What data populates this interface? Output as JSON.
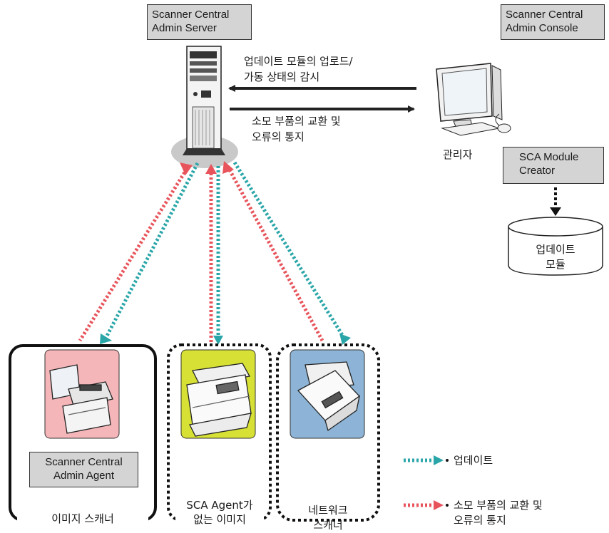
{
  "server_label_line1": "Scanner Central",
  "server_label_line2": "Admin Server",
  "console_label_line1": "Scanner Central",
  "console_label_line2": "Admin Console",
  "upload_line1": "업데이트 모듈의 업로드/",
  "upload_line2": "가동 상태의 감시",
  "notify_line1": "소모 부품의 교환 및",
  "notify_line2": "오류의 통지",
  "admin_label": "관리자",
  "module_creator_line1": "SCA Module",
  "module_creator_line2": "Creator",
  "update_module_line1": "업데이트",
  "update_module_line2": "모듈",
  "agent_label_line1": "Scanner Central",
  "agent_label_line2": "Admin Agent",
  "group1_label": "이미지 스캐너",
  "group2_line1": "SCA Agent가",
  "group2_line2": "없는 이미지",
  "group3_line1": "네트워크",
  "group3_line2": "스캐너",
  "legend_update": "업데이트",
  "legend_notify_line1": "소모 부품의 교환 및",
  "legend_notify_line2": "오류의 통지",
  "colors": {
    "update": "#2aa6a8",
    "notify": "#e8545c",
    "pink": "#f4b6b8",
    "yellow": "#d7e034",
    "blue": "#8db4d6",
    "box_gray": "#d4d4d4"
  }
}
